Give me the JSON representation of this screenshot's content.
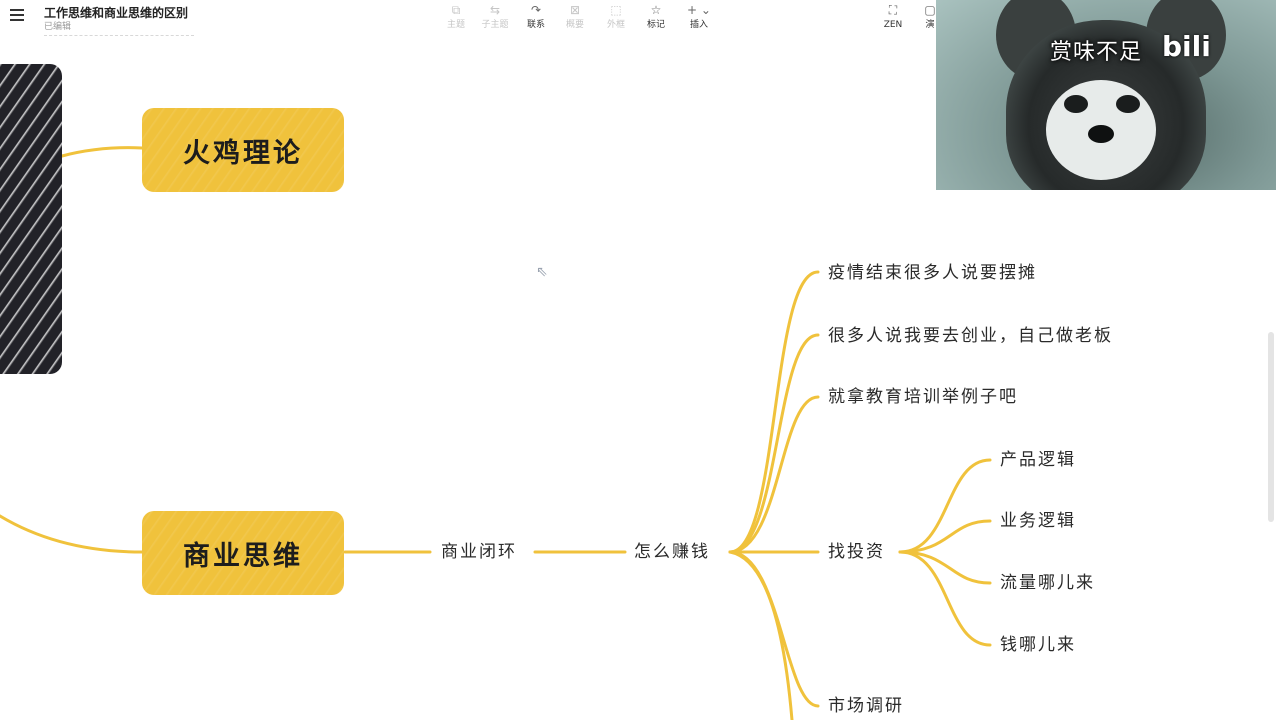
{
  "toolbar": {
    "title": "工作思维和商业思维的区别",
    "subtitle": "已编辑",
    "tools": [
      {
        "label": "主题",
        "icon": "topic-icon",
        "enabled": false
      },
      {
        "label": "子主题",
        "icon": "subtopic-icon",
        "enabled": false
      },
      {
        "label": "联系",
        "icon": "relation-icon",
        "enabled": true
      },
      {
        "label": "概要",
        "icon": "summary-icon",
        "enabled": false
      },
      {
        "label": "外框",
        "icon": "boundary-icon",
        "enabled": false
      },
      {
        "label": "标记",
        "icon": "star-icon",
        "enabled": true
      },
      {
        "label": "插入",
        "icon": "plus-icon",
        "enabled": true
      }
    ],
    "right_tools": [
      {
        "label": "ZEN",
        "icon": "zen-icon"
      },
      {
        "label": "演",
        "icon": "present-icon"
      }
    ]
  },
  "mindmap": {
    "topics": {
      "turkey": "火鸡理论",
      "business": "商业思维"
    },
    "chain": {
      "closed_loop": "商业闭环",
      "make_money": "怎么赚钱"
    },
    "branches": [
      "疫情结束很多人说要摆摊",
      "很多人说我要去创业，自己做老板",
      "就拿教育培训举例子吧",
      "找投资",
      "市场调研"
    ],
    "investment_children": [
      "产品逻辑",
      "业务逻辑",
      "流量哪儿来",
      "钱哪儿来"
    ],
    "line_color": "#f0c23c"
  },
  "video": {
    "caption": "赏味不足",
    "logo": "bili"
  }
}
